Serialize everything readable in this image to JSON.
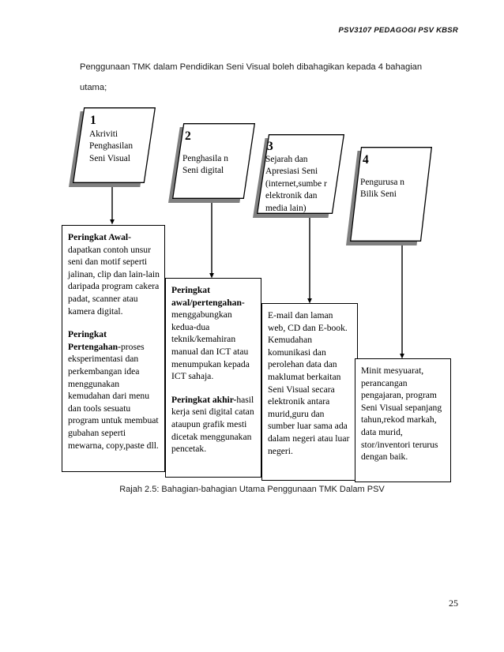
{
  "header": {
    "running_title": "PSV3107 PEDAGOGI PSV KBSR"
  },
  "intro": {
    "text": "Penggunaan TMK dalam Pendidikan Seni Visual boleh dibahagikan kepada 4 bahagian utama;"
  },
  "figure": {
    "caption": "Rajah 2.5: Bahagian-bahagian Utama Penggunaan TMK Dalam PSV",
    "nodes": [
      {
        "number": "1",
        "label": "Akriviti Penghasilan Seni Visual"
      },
      {
        "number": "2",
        "label": "Penghasila n Seni digital"
      },
      {
        "number": "3",
        "label": "Sejarah dan Apresiasi Seni (internet,sumbe r elektronik dan media lain)"
      },
      {
        "number": "4",
        "label": "Pengurusa n Bilik Seni"
      }
    ],
    "descriptions": [
      {
        "blocks": [
          {
            "lead": "Peringkat Awal-",
            "body": "dapatkan contoh unsur seni dan motif seperti jalinan, clip dan lain-lain daripada program cakera padat, scanner atau kamera digital."
          },
          {
            "lead": "Peringkat Pertengahan-",
            "body": "proses eksperimentasi dan perkembangan idea menggunakan kemudahan dari menu dan tools sesuatu program untuk membuat gubahan seperti mewarna, copy,paste dll."
          }
        ]
      },
      {
        "blocks": [
          {
            "lead": "Peringkat awal/pertengahan-",
            "body": "menggabungkan kedua-dua teknik/kemahiran manual dan ICT atau menumpukan kepada ICT sahaja."
          },
          {
            "lead": "Peringkat akhir-",
            "body": "hasil kerja seni digital catan ataupun grafik mesti dicetak menggunakan pencetak."
          }
        ]
      },
      {
        "blocks": [
          {
            "lead": "",
            "body": "E-mail dan laman web, CD dan E-book. Kemudahan komunikasi dan perolehan data dan maklumat berkaitan Seni Visual secara elektronik antara murid,guru dan sumber luar sama ada dalam negeri atau luar negeri."
          }
        ]
      },
      {
        "blocks": [
          {
            "lead": "",
            "body": "Minit mesyuarat, perancangan pengajaran, program Seni Visual sepanjang tahun,rekod markah, data murid, stor/inventori terurus dengan baik."
          }
        ]
      }
    ]
  },
  "footer": {
    "page_number": "25"
  },
  "colors": {
    "shadow": "#808080",
    "stroke": "#000000",
    "text": "#000000",
    "page_background": "#ffffff"
  }
}
